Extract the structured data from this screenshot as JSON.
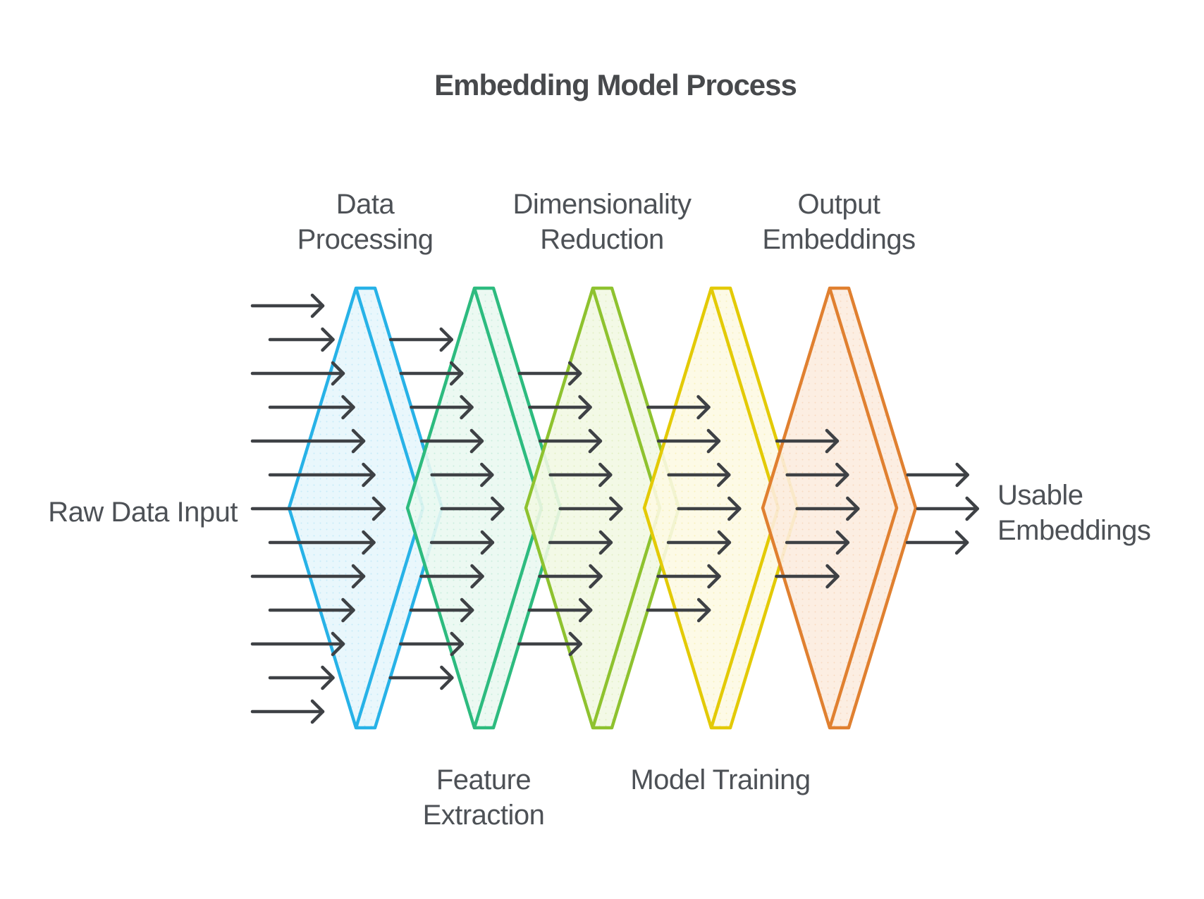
{
  "title": "Embedding Model Process",
  "title_color": "#47494c",
  "text_color": "#4d5156",
  "background": "#ffffff",
  "input_label": "Raw Data Input",
  "output_label_lines": [
    "Usable",
    "Embeddings"
  ],
  "stages": [
    {
      "id": "data-processing",
      "label_lines": [
        "Data",
        "Processing"
      ],
      "label_position": "top",
      "stroke": "#27b2e7",
      "fill": "#e7f6fc"
    },
    {
      "id": "feature-extraction",
      "label_lines": [
        "Feature",
        "Extraction"
      ],
      "label_position": "bottom",
      "stroke": "#2dbb7f",
      "fill": "#eaf8f1"
    },
    {
      "id": "dimensionality-reduction",
      "label_lines": [
        "Dimensionality",
        "Reduction"
      ],
      "label_position": "top",
      "stroke": "#8ec22f",
      "fill": "#f2f8e3"
    },
    {
      "id": "model-training",
      "label_lines": [
        "Model Training"
      ],
      "label_position": "bottom",
      "stroke": "#e3ca06",
      "fill": "#fdfae3"
    },
    {
      "id": "output-embeddings",
      "label_lines": [
        "Output",
        "Embeddings"
      ],
      "label_position": "top",
      "stroke": "#e08030",
      "fill": "#fcecdf"
    }
  ],
  "flow": {
    "arrow_color": "#3e4145",
    "input_arrow_count": 13,
    "gap_arrow_counts": [
      11,
      9,
      7,
      5
    ],
    "output_arrow_count": 3
  }
}
